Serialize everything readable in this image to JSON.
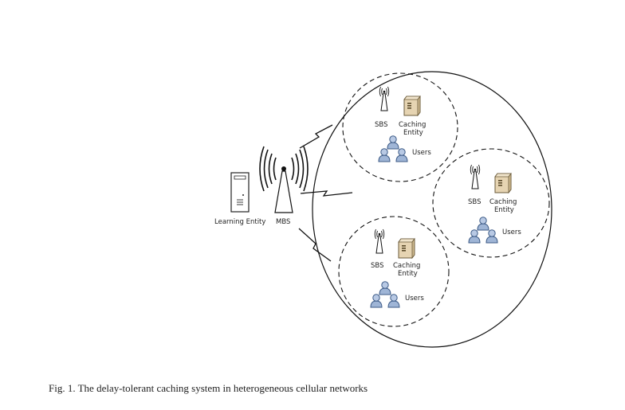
{
  "caption": "Fig. 1.  The delay-tolerant caching system in heterogeneous cellular networks",
  "labels": {
    "learning_entity": "Learning Entity",
    "mbs": "MBS",
    "sbs": "SBS",
    "caching_line1": "Caching",
    "caching_line2": "Entity",
    "users": "Users"
  },
  "icons": {
    "server": "server-tower-icon",
    "macro_tower": "broadcast-tower-icon",
    "small_tower": "small-cell-antenna-icon",
    "cache": "caching-server-icon",
    "users": "user-group-icon",
    "link": "wireless-link-icon"
  },
  "colors": {
    "users_fill": "#9fb5d6",
    "users_stroke": "#3c5a86",
    "cache_fill": "#e6d4b2",
    "cache_stroke": "#6a5a3a",
    "line": "#111111"
  }
}
